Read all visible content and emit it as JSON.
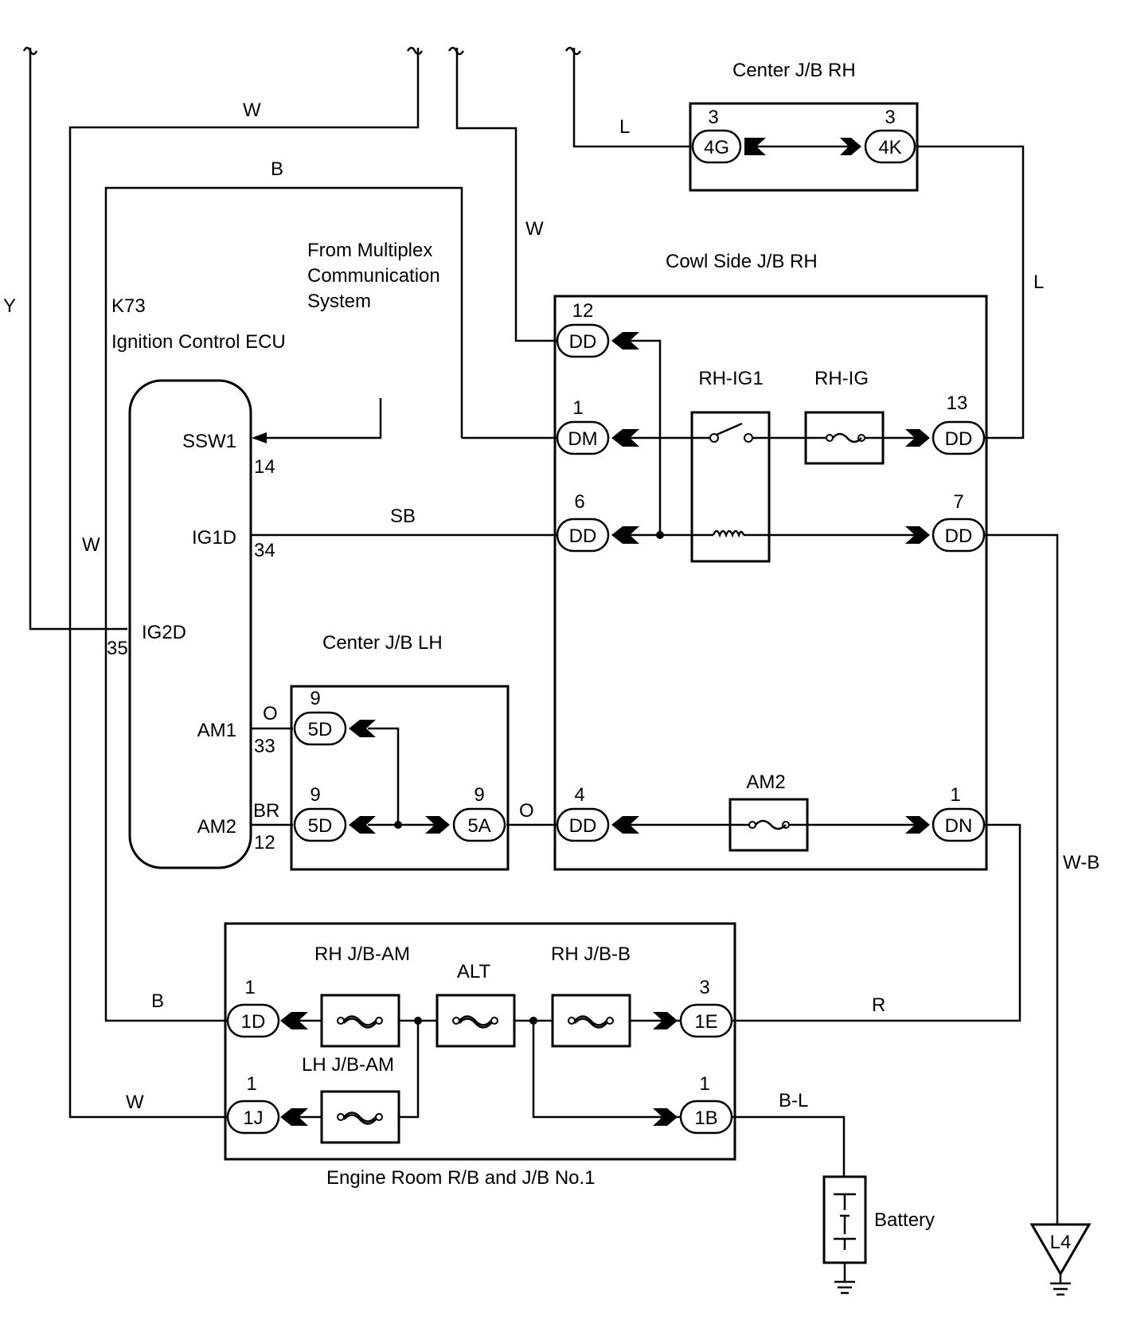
{
  "ecu": {
    "connector": "K73",
    "name": "Ignition Control ECU",
    "pins": {
      "ssw1": {
        "name": "SSW1",
        "num": "14"
      },
      "ig1d": {
        "name": "IG1D",
        "num": "34"
      },
      "ig2d": {
        "name": "IG2D",
        "num": "35"
      },
      "am1": {
        "name": "AM1",
        "num": "33"
      },
      "am2": {
        "name": "AM2",
        "num": "12"
      }
    }
  },
  "multiplex": {
    "line1": "From Multiplex",
    "line2": "Communication",
    "line3": "System"
  },
  "center_rh": {
    "title": "Center J/B RH",
    "c1": {
      "label": "4G",
      "pin": "3"
    },
    "c2": {
      "label": "4K",
      "pin": "3"
    }
  },
  "cowl_rh": {
    "title": "Cowl Side J/B RH",
    "dd12": {
      "label": "DD",
      "pin": "12"
    },
    "dm1": {
      "label": "DM",
      "pin": "1"
    },
    "dd6": {
      "label": "DD",
      "pin": "6"
    },
    "dd13": {
      "label": "DD",
      "pin": "13"
    },
    "dd7": {
      "label": "DD",
      "pin": "7"
    },
    "dd4": {
      "label": "DD",
      "pin": "4"
    },
    "dn1": {
      "label": "DN",
      "pin": "1"
    },
    "relay": "RH-IG1",
    "fuse_ig": "RH-IG",
    "fuse_am2": "AM2"
  },
  "center_lh": {
    "title": "Center J/B LH",
    "c5d_a": {
      "label": "5D",
      "pin": "9"
    },
    "c5d_b": {
      "label": "5D",
      "pin": "9"
    },
    "c5a": {
      "label": "5A",
      "pin": "9"
    }
  },
  "engine_room": {
    "title": "Engine Room R/B and J/B No.1",
    "c1d": {
      "label": "1D",
      "pin": "1"
    },
    "c1j": {
      "label": "1J",
      "pin": "1"
    },
    "c1e": {
      "label": "1E",
      "pin": "3"
    },
    "c1b": {
      "label": "1B",
      "pin": "1"
    },
    "fuse_rh_am": "RH J/B-AM",
    "fuse_alt": "ALT",
    "fuse_rh_b": "RH J/B-B",
    "fuse_lh_am": "LH J/B-AM"
  },
  "wires": {
    "w_top": "W",
    "b_top": "B",
    "w_mid": "W",
    "l_top": "L",
    "l_right": "L",
    "y_left": "Y",
    "w_left": "W",
    "sb": "SB",
    "o_am1": "O",
    "br_am2": "BR",
    "o_5a": "O",
    "wb": "W-B",
    "b_bottom": "B",
    "w_bottom": "W",
    "r": "R",
    "bl": "B-L"
  },
  "battery": "Battery",
  "ground": "L4"
}
